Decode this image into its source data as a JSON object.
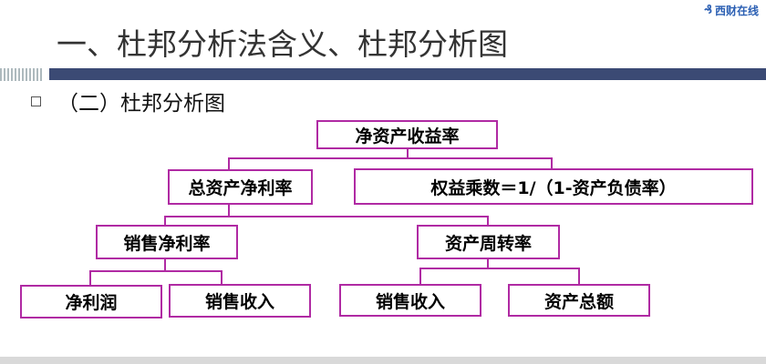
{
  "slide": {
    "title": "一、杜邦分析法含义、杜邦分析图",
    "subtitle": "（二）杜邦分析图",
    "logo_text": "西财在线"
  },
  "diagram": {
    "root": "净资产收益率",
    "level1": [
      "总资产净利率",
      "权益乘数＝1/（1-资产负债率）"
    ],
    "level2": [
      "销售净利率",
      "资产周转率"
    ],
    "level3": [
      "净利润",
      "销售收入",
      "销售收入",
      "资产总额"
    ]
  },
  "colors": {
    "box_border": "#b02aa3",
    "title_text": "#333333",
    "divider": "#3b4a74"
  }
}
